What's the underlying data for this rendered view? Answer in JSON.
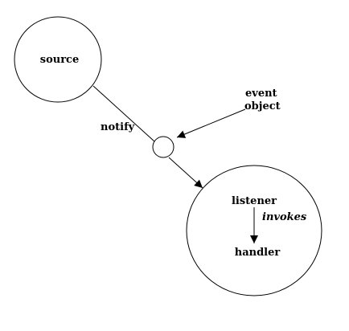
{
  "diagram": {
    "nodes": {
      "source": {
        "label": "source"
      },
      "event": {
        "label_line1": "event",
        "label_line2": "object"
      },
      "listener": {
        "label": "listener"
      },
      "handler": {
        "label": "handler"
      }
    },
    "edges": {
      "notify": {
        "label": "notify"
      },
      "invokes": {
        "label": "invokes"
      }
    },
    "colors": {
      "stroke": "#000000",
      "background": "#ffffff"
    }
  }
}
